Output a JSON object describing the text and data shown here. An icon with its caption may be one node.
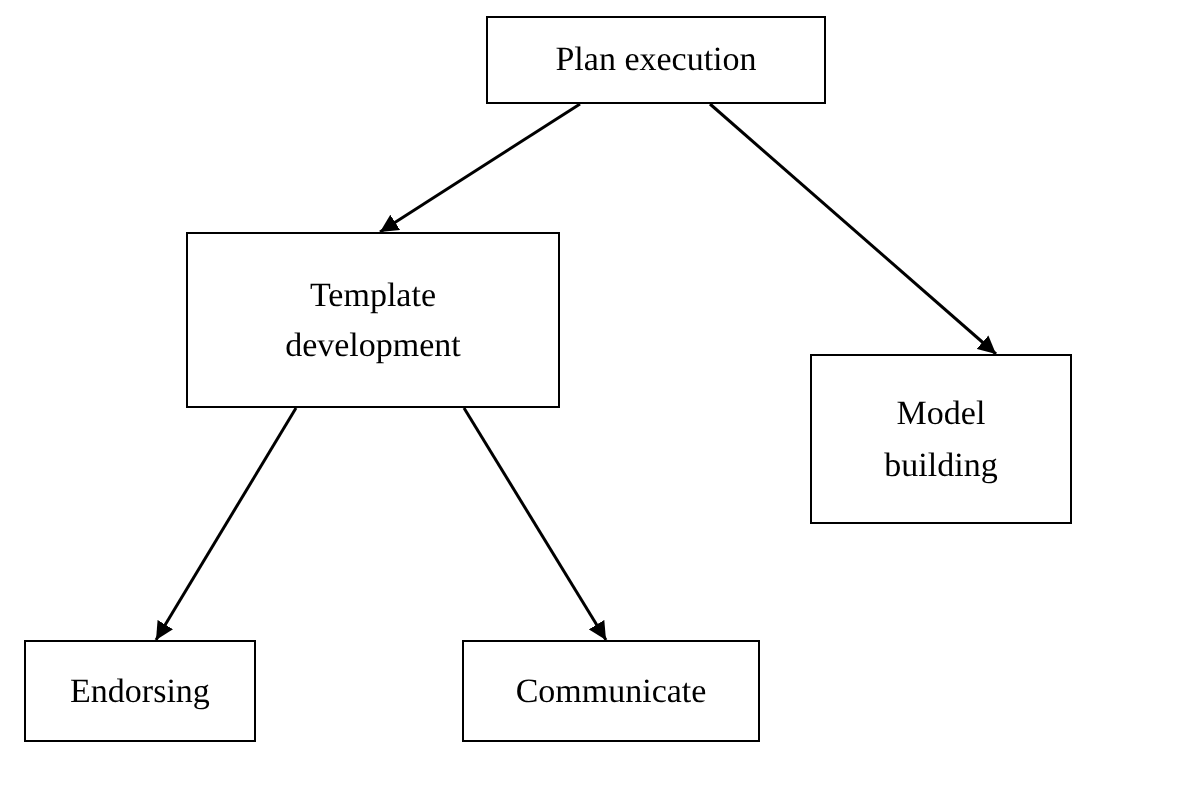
{
  "diagram": {
    "nodes": [
      {
        "text": [
          "Plan execution"
        ]
      },
      {
        "text": [
          "Template development"
        ]
      },
      {
        "text": [
          "Model building"
        ]
      },
      {
        "text": [
          "Endorsing"
        ]
      },
      {
        "text": [
          "Communicate"
        ]
      }
    ],
    "edges": [
      {
        "from": 0,
        "to": 1,
        "arrow": "to"
      },
      {
        "from": 0,
        "to": 2,
        "arrow": "to"
      },
      {
        "from": 1,
        "to": 3,
        "arrow": "to"
      },
      {
        "from": 1,
        "to": 4,
        "arrow": "to"
      }
    ]
  }
}
